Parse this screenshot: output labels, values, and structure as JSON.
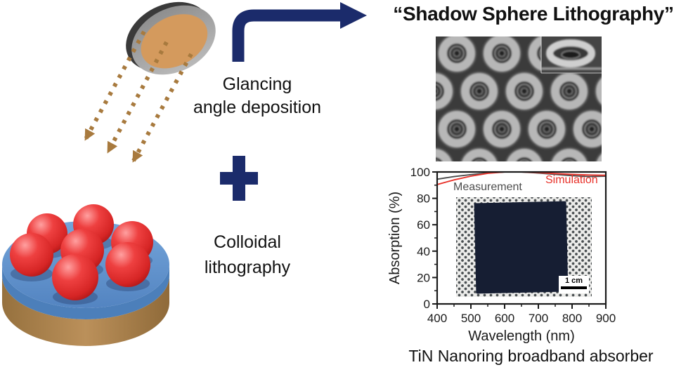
{
  "title": "“Shadow Sphere Lithography”",
  "labels": {
    "glancing_line1": "Glancing",
    "glancing_line2": "angle deposition",
    "colloidal_line1": "Colloidal",
    "colloidal_line2": "lithography",
    "caption": "TiN Nanoring broadband absorber"
  },
  "icons": {
    "plus_icon": "+",
    "flow_arrow_icon": "→",
    "deposition_arrows_icon": "dashed-down-left-arrows"
  },
  "colors": {
    "accent_navy": "#1b2b6b",
    "simulation_red": "#e8322a",
    "measurement_gray": "#4d4d4d",
    "sphere_red": "#e23535",
    "disk_blue": "#5e92cc",
    "base_tan": "#b0854e",
    "deposition_arrow_brown": "#a87a3e",
    "sem_background": "#3b3b3b",
    "sample_navy": "#161e33"
  },
  "chart_data": {
    "type": "line",
    "title": "",
    "xlabel": "Wavelength (nm)",
    "ylabel": "Absorption (%)",
    "xlim": [
      400,
      900
    ],
    "ylim": [
      0,
      100
    ],
    "x_ticks": [
      400,
      500,
      600,
      700,
      800,
      900
    ],
    "y_ticks": [
      0,
      20,
      40,
      60,
      80,
      100
    ],
    "x_minor_step": 50,
    "y_minor_step": 10,
    "grid": false,
    "legend_position": "top-inside",
    "x": [
      400,
      450,
      500,
      550,
      600,
      650,
      700,
      750,
      800,
      850,
      900
    ],
    "series": [
      {
        "name": "Measurement",
        "color": "#4d4d4d",
        "values": [
          94.5,
          96.5,
          98.0,
          99.3,
          100,
          100,
          99.2,
          98.2,
          97.2,
          96.5,
          96.8
        ]
      },
      {
        "name": "Simulation",
        "color": "#e8322a",
        "values": [
          90.5,
          94.0,
          96.8,
          99.0,
          100,
          100,
          99.6,
          98.8,
          98.2,
          97.7,
          97.5
        ]
      }
    ],
    "inset": {
      "scale_bar_label": "1 cm"
    }
  }
}
